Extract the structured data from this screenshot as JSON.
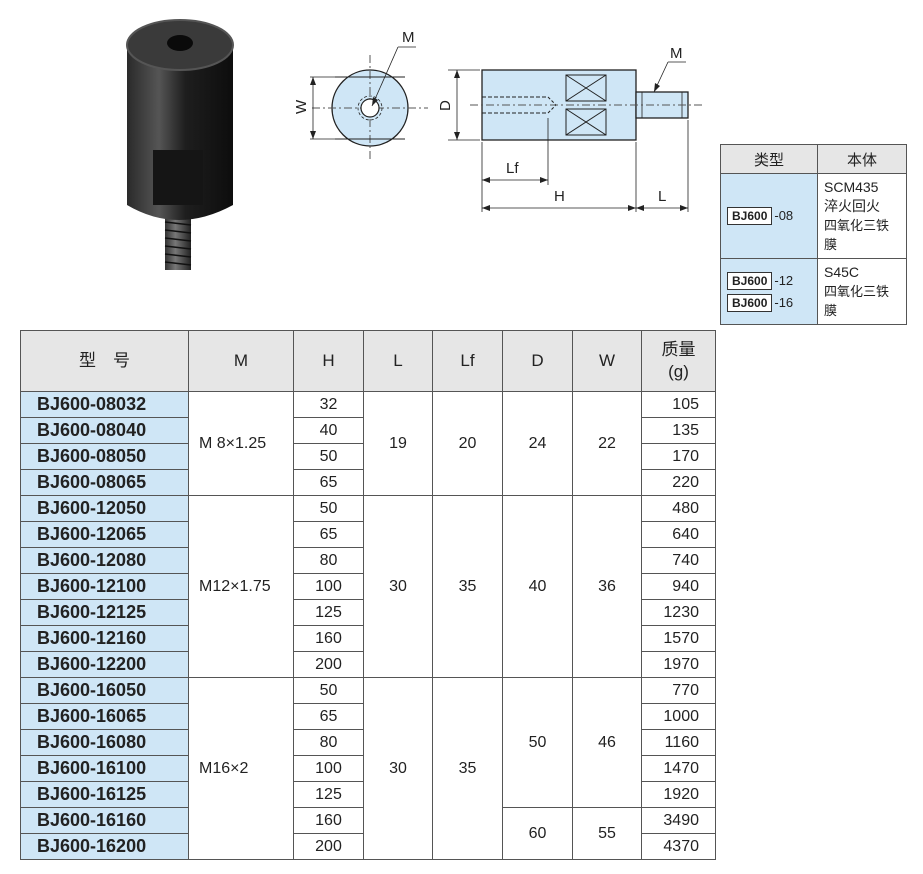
{
  "drawing": {
    "front": {
      "label_m": "M",
      "label_w": "W"
    },
    "side": {
      "label_m": "M",
      "label_d": "D",
      "label_lf": "Lf",
      "label_h": "H",
      "label_l": "L"
    }
  },
  "type_table": {
    "headers": [
      "类型",
      "本体"
    ],
    "groups": [
      {
        "types": [
          {
            "code": "BJ600",
            "suffix": "-08"
          }
        ],
        "body": [
          "SCM435",
          "淬火回火",
          "四氧化三铁膜"
        ]
      },
      {
        "types": [
          {
            "code": "BJ600",
            "suffix": "-12"
          },
          {
            "code": "BJ600",
            "suffix": "-16"
          }
        ],
        "body": [
          "S45C",
          "四氧化三铁膜"
        ]
      }
    ]
  },
  "main_table": {
    "headers": {
      "model": "型　号",
      "m": "M",
      "h": "H",
      "l": "L",
      "lf": "Lf",
      "d": "D",
      "w": "W",
      "mass_1": "质量",
      "mass_2": "(g)"
    },
    "groups": [
      {
        "m": "M  8×1.25",
        "l": "19",
        "lf": "20",
        "rows": [
          {
            "pn": "BJ600-08032",
            "h": "32",
            "mass": "105"
          },
          {
            "pn": "BJ600-08040",
            "h": "40",
            "mass": "135"
          },
          {
            "pn": "BJ600-08050",
            "h": "50",
            "mass": "170"
          },
          {
            "pn": "BJ600-08065",
            "h": "65",
            "mass": "220"
          }
        ],
        "dw": [
          {
            "d": "24",
            "w": "22",
            "rows": 4
          }
        ]
      },
      {
        "m": "M12×1.75",
        "l": "30",
        "lf": "35",
        "rows": [
          {
            "pn": "BJ600-12050",
            "h": "50",
            "mass": "480"
          },
          {
            "pn": "BJ600-12065",
            "h": "65",
            "mass": "640"
          },
          {
            "pn": "BJ600-12080",
            "h": "80",
            "mass": "740"
          },
          {
            "pn": "BJ600-12100",
            "h": "100",
            "mass": "940"
          },
          {
            "pn": "BJ600-12125",
            "h": "125",
            "mass": "1230"
          },
          {
            "pn": "BJ600-12160",
            "h": "160",
            "mass": "1570"
          },
          {
            "pn": "BJ600-12200",
            "h": "200",
            "mass": "1970"
          }
        ],
        "dw": [
          {
            "d": "40",
            "w": "36",
            "rows": 7
          }
        ]
      },
      {
        "m": "M16×2",
        "l": "30",
        "lf": "35",
        "rows": [
          {
            "pn": "BJ600-16050",
            "h": "50",
            "mass": "770"
          },
          {
            "pn": "BJ600-16065",
            "h": "65",
            "mass": "1000"
          },
          {
            "pn": "BJ600-16080",
            "h": "80",
            "mass": "1160"
          },
          {
            "pn": "BJ600-16100",
            "h": "100",
            "mass": "1470"
          },
          {
            "pn": "BJ600-16125",
            "h": "125",
            "mass": "1920"
          },
          {
            "pn": "BJ600-16160",
            "h": "160",
            "mass": "3490"
          },
          {
            "pn": "BJ600-16200",
            "h": "200",
            "mass": "4370"
          }
        ],
        "dw": [
          {
            "d": "50",
            "w": "46",
            "rows": 5
          },
          {
            "d": "60",
            "w": "55",
            "rows": 2
          }
        ]
      }
    ]
  }
}
